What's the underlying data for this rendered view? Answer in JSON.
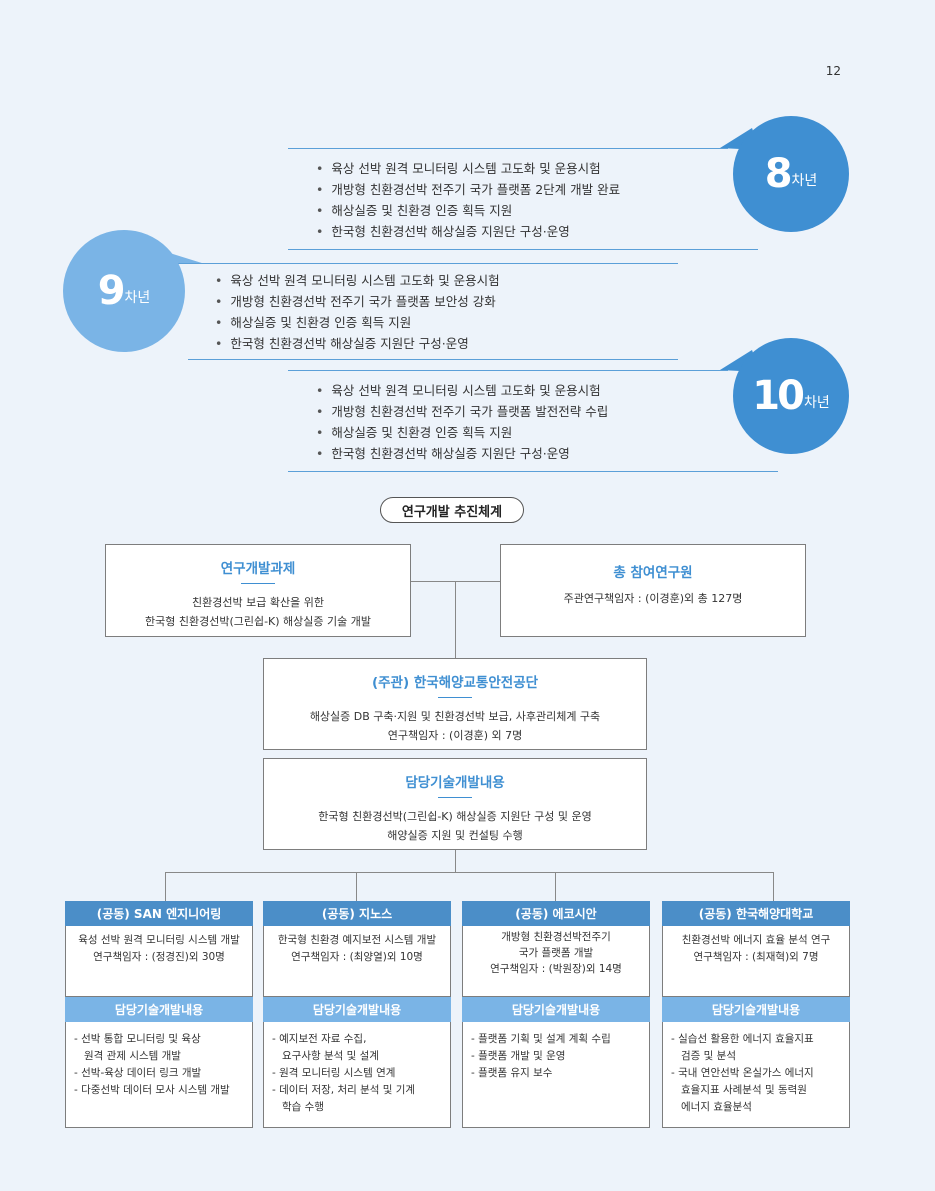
{
  "page_number": "12",
  "years": [
    {
      "num": "8",
      "unit": "차년",
      "items": [
        "육상 선박 원격 모니터링 시스템 고도화 및 운용시험",
        "개방형 친환경선박 전주기 국가 플랫폼 2단계 개발 완료",
        "해상실증 및 친환경 인증 획득 지원",
        "한국형 친환경선박 해상실증 지원단 구성·운영"
      ]
    },
    {
      "num": "9",
      "unit": "차년",
      "items": [
        "육상 선박 원격 모니터링 시스템 고도화 및 운용시험",
        "개방형 친환경선박 전주기 국가 플랫폼 보안성 강화",
        "해상실증 및 친환경 인증 획득 지원",
        "한국형 친환경선박 해상실증 지원단 구성·운영"
      ]
    },
    {
      "num": "10",
      "unit": "차년",
      "items": [
        "육상 선박 원격 모니터링 시스템 고도화 및 운용시험",
        "개방형 친환경선박 전주기 국가 플랫폼 발전전략 수립",
        "해상실증 및 친환경 인증 획득 지원",
        "한국형 친환경선박 해상실증 지원단 구성·운영"
      ]
    }
  ],
  "section_title": "연구개발 추진체계",
  "project": {
    "title": "연구개발과제",
    "lines": [
      "친환경선박 보급 확산을 위한",
      "한국형 친환경선박(그린쉽-K) 해상실증 기술 개발"
    ]
  },
  "researchers": {
    "title": "총 참여연구원",
    "lines": [
      "주관연구책임자 : (이경훈)외 총 127명"
    ]
  },
  "lead": {
    "title": "(주관) 한국해양교통안전공단",
    "lines": [
      "해상실증 DB 구축·지원 및 친환경선박 보급, 사후관리체계 구축",
      "연구책임자 : (이경훈) 외 7명"
    ]
  },
  "lead_tech": {
    "title": "담당기술개발내용",
    "lines": [
      "한국형 친환경선박(그린쉽-K) 해상실증 지원단 구성 및 운영",
      "해양실증 지원 및 컨설팅 수행"
    ]
  },
  "partners": [
    {
      "name": "(공동) SAN 엔지니어링",
      "desc": [
        "육성 선박 원격 모니터링 시스템 개발",
        "연구책임자 : (정경진)외 30명"
      ],
      "sub_title": "담당기술개발내용",
      "details": [
        "- 선박 통합 모니터링 및 육상",
        "   원격 관제 시스템 개발",
        "- 선박-육상 데이터 링크 개발",
        "- 다중선박 데이터 모사 시스템 개발"
      ]
    },
    {
      "name": "(공동) 지노스",
      "desc": [
        "한국형 친환경 예지보전 시스템 개발",
        "연구책임자 : (최양열)외 10명"
      ],
      "sub_title": "담당기술개발내용",
      "details": [
        "- 예지보전 자료 수집,",
        "   요구사항 분석 및 설계",
        "- 원격 모니터링 시스템 연계",
        "- 데이터 저장, 처리 분석 및 기계",
        "   학습 수행"
      ]
    },
    {
      "name": "(공동) 에코시안",
      "desc": [
        "개방형 친환경선박전주기",
        "국가 플랫폼 개발",
        "연구책임자 : (박원장)외 14명"
      ],
      "sub_title": "담당기술개발내용",
      "details": [
        "- 플랫폼 기획 및 설계 계획 수립",
        "- 플랫폼 개발 및 운영",
        "- 플랫폼 유지 보수"
      ]
    },
    {
      "name": "(공동) 한국해양대학교",
      "desc": [
        "친환경선박 에너지 효율 분석 연구",
        "연구책임자 : (최재혁)외 7명"
      ],
      "sub_title": "담당기술개발내용",
      "details": [
        "- 실습선 활용한 에너지 효율지표",
        "   검증 및 분석",
        "- 국내 연안선박 온실가스 에너지",
        "   효율지표 사례분석 및 동력원",
        "   에너지 효율분석"
      ]
    }
  ]
}
